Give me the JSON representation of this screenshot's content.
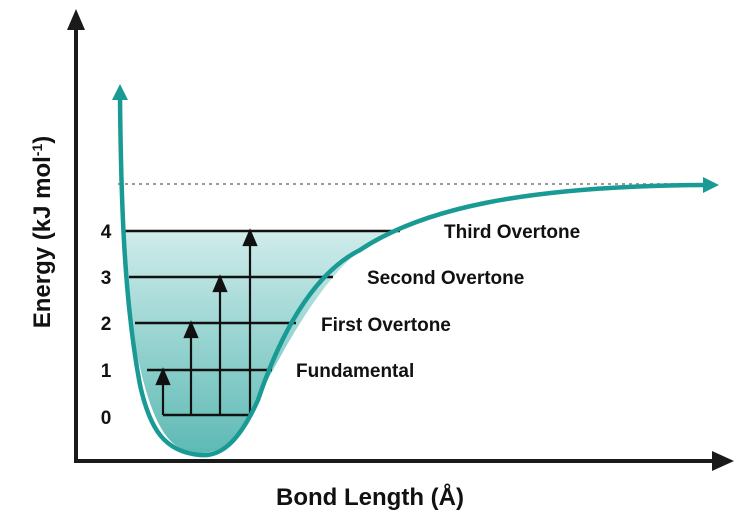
{
  "diagram": {
    "x_axis_label": "Bond Length (Å)",
    "y_axis_label": {
      "main": "Energy (kJ mol",
      "superscript": "-1",
      "close": ")"
    },
    "levels": [
      {
        "number": "0",
        "label": ""
      },
      {
        "number": "1",
        "label": "Fundamental"
      },
      {
        "number": "2",
        "label": "First Overtone"
      },
      {
        "number": "3",
        "label": "Second Overtone"
      },
      {
        "number": "4",
        "label": "Third Overtone"
      }
    ]
  },
  "colors": {
    "curve": "#1a9a94",
    "fill_top": "#cfeceb",
    "fill_bottom": "#5ab8b3",
    "axis": "#1a1a1a",
    "dissociation_line": "#9a9a9a"
  },
  "icons": {
    "axis_arrows": "arrow-head-icon",
    "transition_arrows": "arrow-up-icon"
  }
}
